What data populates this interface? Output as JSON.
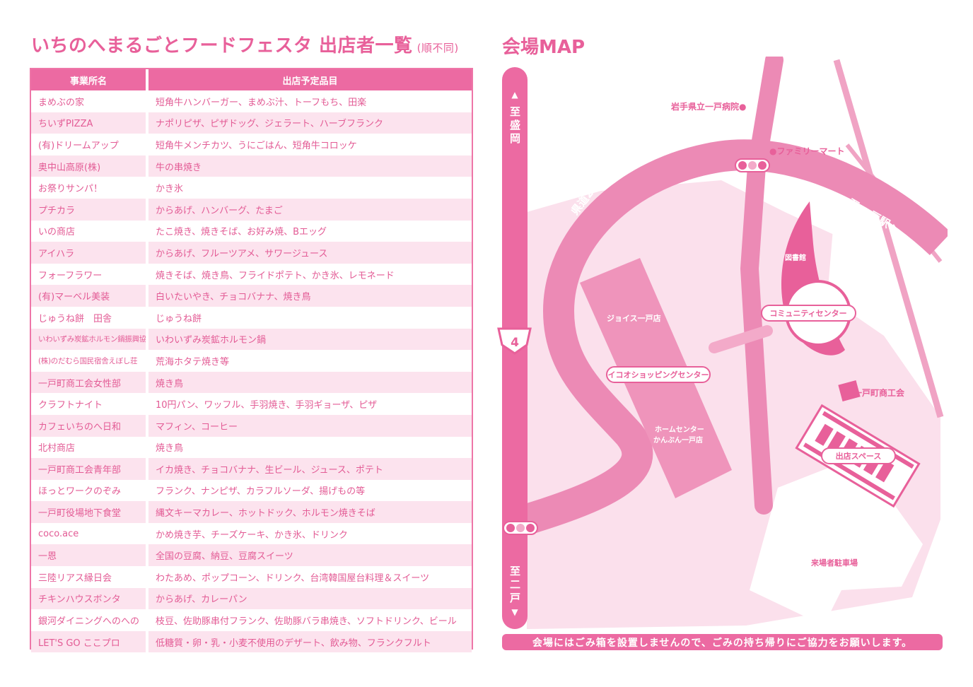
{
  "list": {
    "title": "いちのへまるごとフードフェスタ 出店者一覧",
    "subtitle": "(順不同)",
    "headers": {
      "name": "事業所名",
      "items": "出店予定品目"
    },
    "rows": [
      {
        "name": "まめぶの家",
        "items": "短角牛ハンバーガー、まめぶ汁、トーフもち、田楽"
      },
      {
        "name": "ちいずPIZZA",
        "items": "ナポリピザ、ピザドッグ、ジェラート、ハーブフランク"
      },
      {
        "name": "(有)ドリームアップ",
        "items": "短角牛メンチカツ、うにごはん、短角牛コロッケ"
      },
      {
        "name": "奥中山高原(株)",
        "items": "牛の串焼き"
      },
      {
        "name": "お祭りサンパ！",
        "items": "かき氷"
      },
      {
        "name": "プチカラ",
        "items": "からあげ、ハンバーグ、たまご"
      },
      {
        "name": "いの商店",
        "items": "たこ焼き、焼きそば、お好み焼、Bエッグ"
      },
      {
        "name": "アイハラ",
        "items": "からあげ、フルーツアメ、サワージュース"
      },
      {
        "name": "フォーフラワー",
        "items": "焼きそば、焼き鳥、フライドポテト、かき氷、レモネード"
      },
      {
        "name": "(有)マーベル美装",
        "items": "白いたいやき、チョコバナナ、焼き鳥"
      },
      {
        "name": "じゅうね餅　田舎",
        "items": "じゅうね餅"
      },
      {
        "name": "いわいずみ炭鉱ホルモン鍋振興協議会",
        "items": "いわいずみ炭鉱ホルモン鍋"
      },
      {
        "name": "(株)のだむら国民宿舎えぼし荘",
        "items": "荒海ホタテ焼き等"
      },
      {
        "name": "一戸町商工会女性部",
        "items": "焼き鳥"
      },
      {
        "name": "クラフトナイト",
        "items": "10円パン、ワッフル、手羽焼き、手羽ギョーザ、ピザ"
      },
      {
        "name": "カフェいちのへ日和",
        "items": "マフィン、コーヒー"
      },
      {
        "name": "北村商店",
        "items": "焼き鳥"
      },
      {
        "name": "一戸町商工会青年部",
        "items": "イカ焼き、チョコバナナ、生ビール、ジュース、ポテト"
      },
      {
        "name": "ほっとワークのぞみ",
        "items": "フランク、ナンピザ、カラフルソーダ、揚げもの等"
      },
      {
        "name": "一戸町役場地下食堂",
        "items": "縄文キーマカレー、ホットドック、ホルモン焼きそば"
      },
      {
        "name": "coco.ace",
        "items": "かめ焼き芋、チーズケーキ、かき氷、ドリンク"
      },
      {
        "name": "一恩",
        "items": "全国の豆腐、納豆、豆腐スイーツ"
      },
      {
        "name": "三陸リアス縁日会",
        "items": "わたあめ、ポップコーン、ドリンク、台湾韓国屋台料理＆スイーツ"
      },
      {
        "name": "チキンハウスボンタ",
        "items": "からあげ、カレーパン"
      },
      {
        "name": "銀河ダイニングへのへの",
        "items": "枝豆、佐助豚串付フランク、佐助豚バラ串焼き、ソフトドリンク、ビール"
      },
      {
        "name": "LET'S GO ここプロ",
        "items": "低糖質・卵・乳・小麦不使用のデザート、飲み物、フランクフルト"
      }
    ]
  },
  "map": {
    "title": "会場MAP",
    "to_morioka_mark": "▲",
    "to_morioka_text": "至盛岡",
    "to_ninohe_text": "至二戸",
    "to_ninohe_mark": "▼",
    "route_number": "4",
    "prefectural_road": "県道274号",
    "to_ichinohe_station": "至 一戸駅 ▶",
    "hospital": "岩手県立一戸病院●",
    "family_mart": "●ファミリーマート",
    "library": "図書館",
    "community_center": "コミュニティセンター",
    "joyce": "ジョイス一戸店",
    "ikoio": "イコオショッピングセンター",
    "home_center_line1": "ホームセンター",
    "home_center_line2": "かんぶん一戸店",
    "chamber": "一戸町商工会",
    "vendor_space": "出店スペース",
    "parking": "来場者駐車場"
  },
  "notice": "会場にはごみ箱を設置しませんので、ごみの持ち帰りにご協力をお願いします。",
  "colors": {
    "accent": "#e8609a",
    "light": "#fce3ee",
    "road": "#ec8ab5",
    "area": "#f9d4e4"
  }
}
